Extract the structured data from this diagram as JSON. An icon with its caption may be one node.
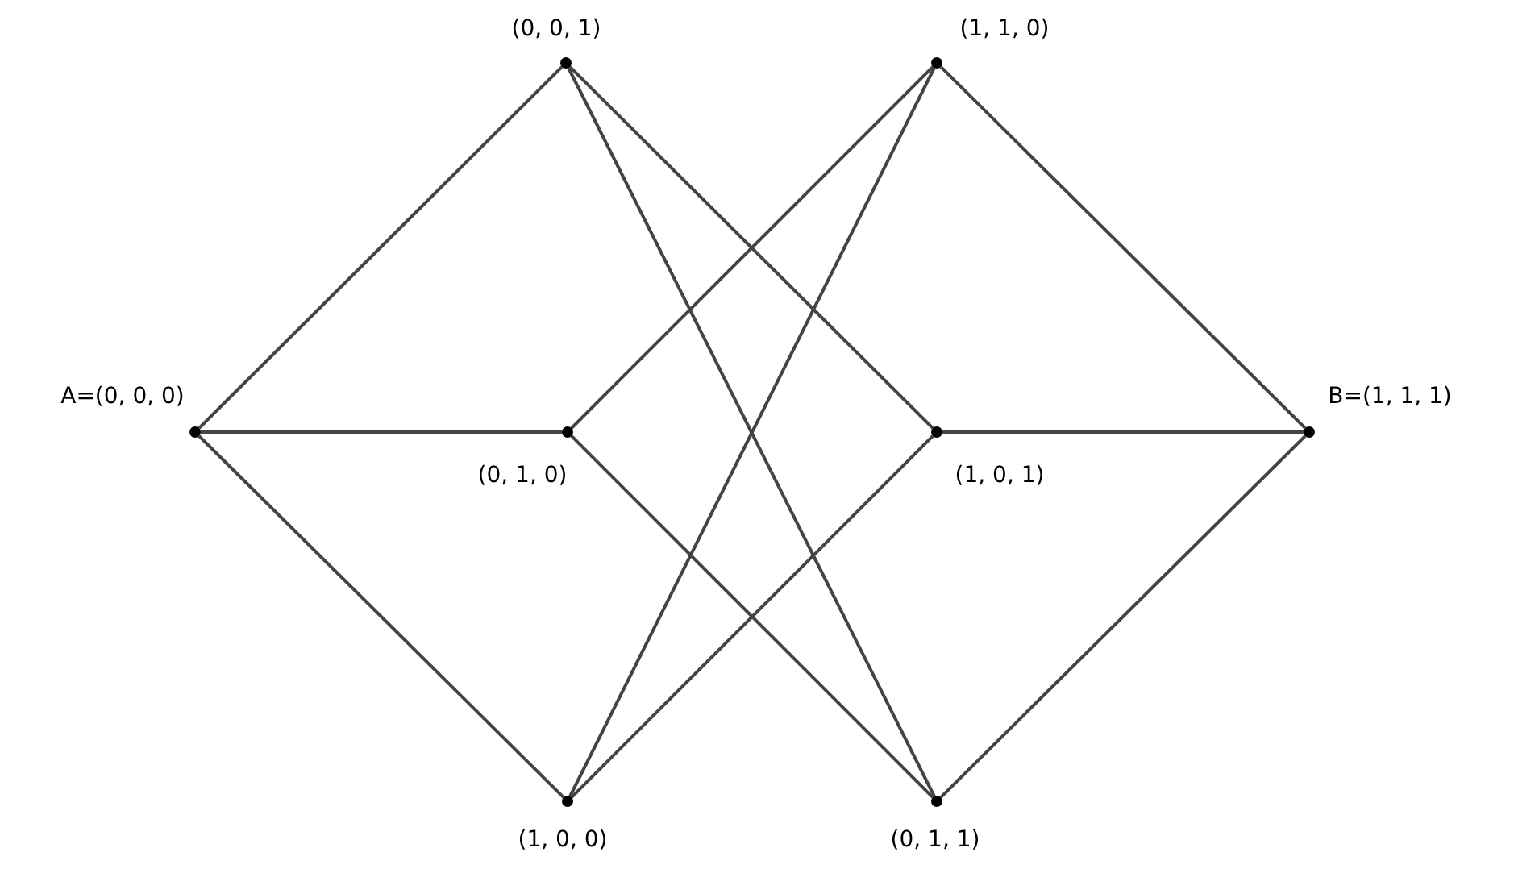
{
  "diagram": {
    "nodes": [
      {
        "text": [],
        "shape": "circle",
        "beside": [
          "A=(0, 0, 0)"
        ]
      },
      {
        "text": [],
        "shape": "circle",
        "beside": [
          "(0, 0, 1)"
        ]
      },
      {
        "text": [],
        "shape": "circle",
        "beside": [
          "(0, 1, 0)"
        ]
      },
      {
        "text": [],
        "shape": "circle",
        "beside": [
          "(1, 0, 0)"
        ]
      },
      {
        "text": [],
        "shape": "circle",
        "beside": [
          "(1, 1, 0)"
        ]
      },
      {
        "text": [],
        "shape": "circle",
        "beside": [
          "(1, 0, 1)"
        ]
      },
      {
        "text": [],
        "shape": "circle",
        "beside": [
          "(0, 1, 1)"
        ]
      },
      {
        "text": [],
        "shape": "circle",
        "beside": [
          "B=(1, 1, 1)"
        ]
      }
    ],
    "edges": [
      {
        "from": 0,
        "to": 1,
        "arrow": "none"
      },
      {
        "from": 0,
        "to": 2,
        "arrow": "none"
      },
      {
        "from": 0,
        "to": 3,
        "arrow": "none"
      },
      {
        "from": 1,
        "to": 5,
        "arrow": "none"
      },
      {
        "from": 1,
        "to": 6,
        "arrow": "none"
      },
      {
        "from": 2,
        "to": 4,
        "arrow": "none"
      },
      {
        "from": 2,
        "to": 6,
        "arrow": "none"
      },
      {
        "from": 3,
        "to": 4,
        "arrow": "none"
      },
      {
        "from": 3,
        "to": 5,
        "arrow": "none"
      },
      {
        "from": 4,
        "to": 7,
        "arrow": "none"
      },
      {
        "from": 5,
        "to": 7,
        "arrow": "none"
      },
      {
        "from": 6,
        "to": 7,
        "arrow": "none"
      }
    ]
  }
}
